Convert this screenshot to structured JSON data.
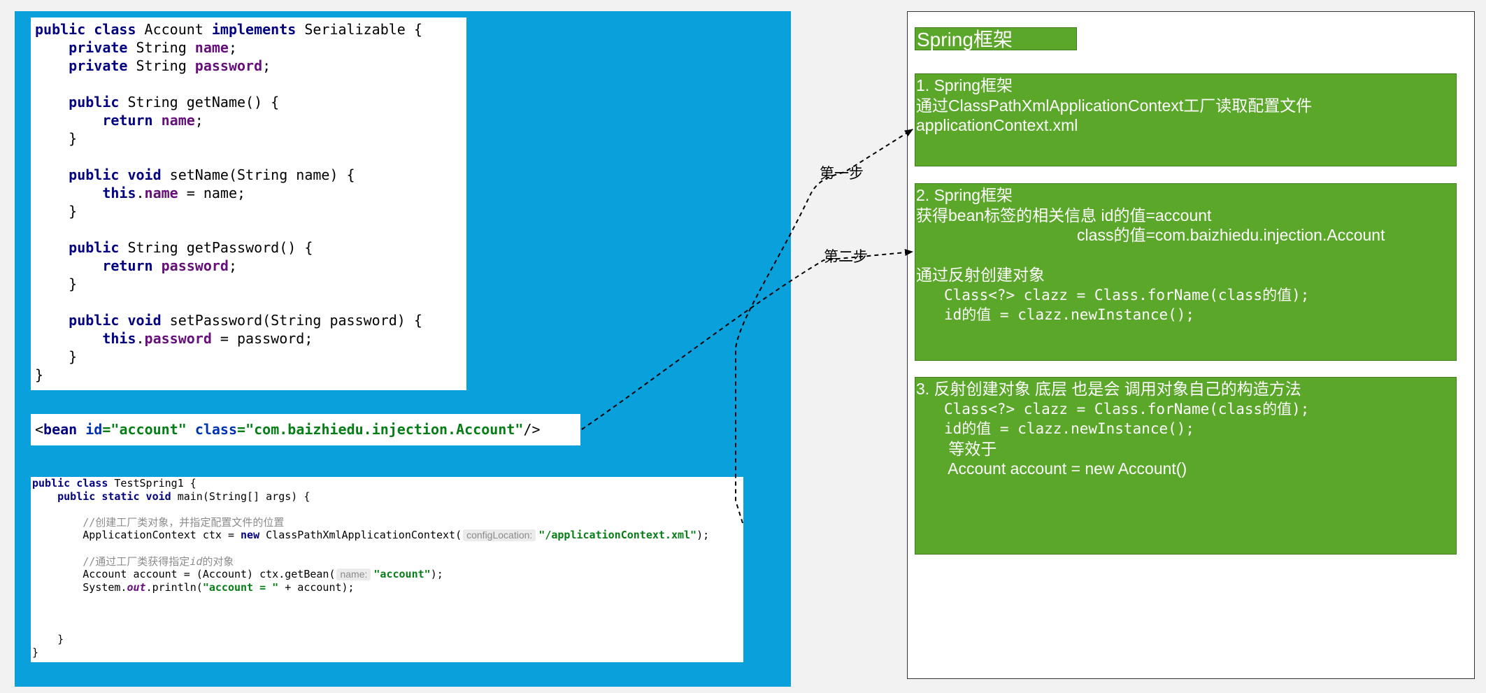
{
  "code_account": [
    "public class Account implements Serializable {",
    "    private String name;",
    "    private String password;",
    "",
    "    public String getName() {",
    "        return name;",
    "    }",
    "",
    "    public void setName(String name) {",
    "        this.name = name;",
    "    }",
    "",
    "    public String getPassword() {",
    "        return password;",
    "    }",
    "",
    "    public void setPassword(String password) {",
    "        this.password = password;",
    "    }",
    "}"
  ],
  "code_bean": "<bean id=\"account\" class=\"com.baizhiedu.injection.Account\"/>",
  "code_test": [
    "public class TestSpring1 {",
    "    public static void main(String[] args) {",
    "",
    "        //创建工厂类对象，并指定配置文件的位置",
    "        ApplicationContext ctx = new ClassPathXmlApplicationContext(configLocation: \"/applicationContext.xml\");",
    "",
    "        //通过工厂类获得指定id的对象",
    "        Account account = (Account) ctx.getBean(name: \"account\");",
    "        System.out.println(\"account = \" + account);",
    "",
    "",
    "",
    "    }",
    "}"
  ],
  "title": "Spring框架",
  "steps": [
    {
      "lines": [
        "1. Spring框架",
        "通过ClassPathXmlApplicationContext工厂读取配置文件",
        "applicationContext.xml"
      ]
    },
    {
      "lines": [
        "2. Spring框架",
        "获得bean标签的相关信息 id的值=account",
        "                                    class的值=com.baizhiedu.injection.Account",
        "",
        "通过反射创建对象",
        "Class<?> clazz = Class.forName(class的值);",
        "id的值 = clazz.newInstance();"
      ]
    },
    {
      "lines": [
        "3. 反射创建对象 底层 也是会 调用对象自己的构造方法",
        "Class<?> clazz = Class.forName(class的值);",
        "id的值 = clazz.newInstance();",
        " 等效于",
        " Account account = new Account()"
      ]
    }
  ],
  "arrows": {
    "step_one_label": "第一步",
    "step_two_label": "第二步"
  },
  "colors": {
    "blue_panel": "#0aa0dc",
    "step_box_green": "#5aa72a"
  }
}
